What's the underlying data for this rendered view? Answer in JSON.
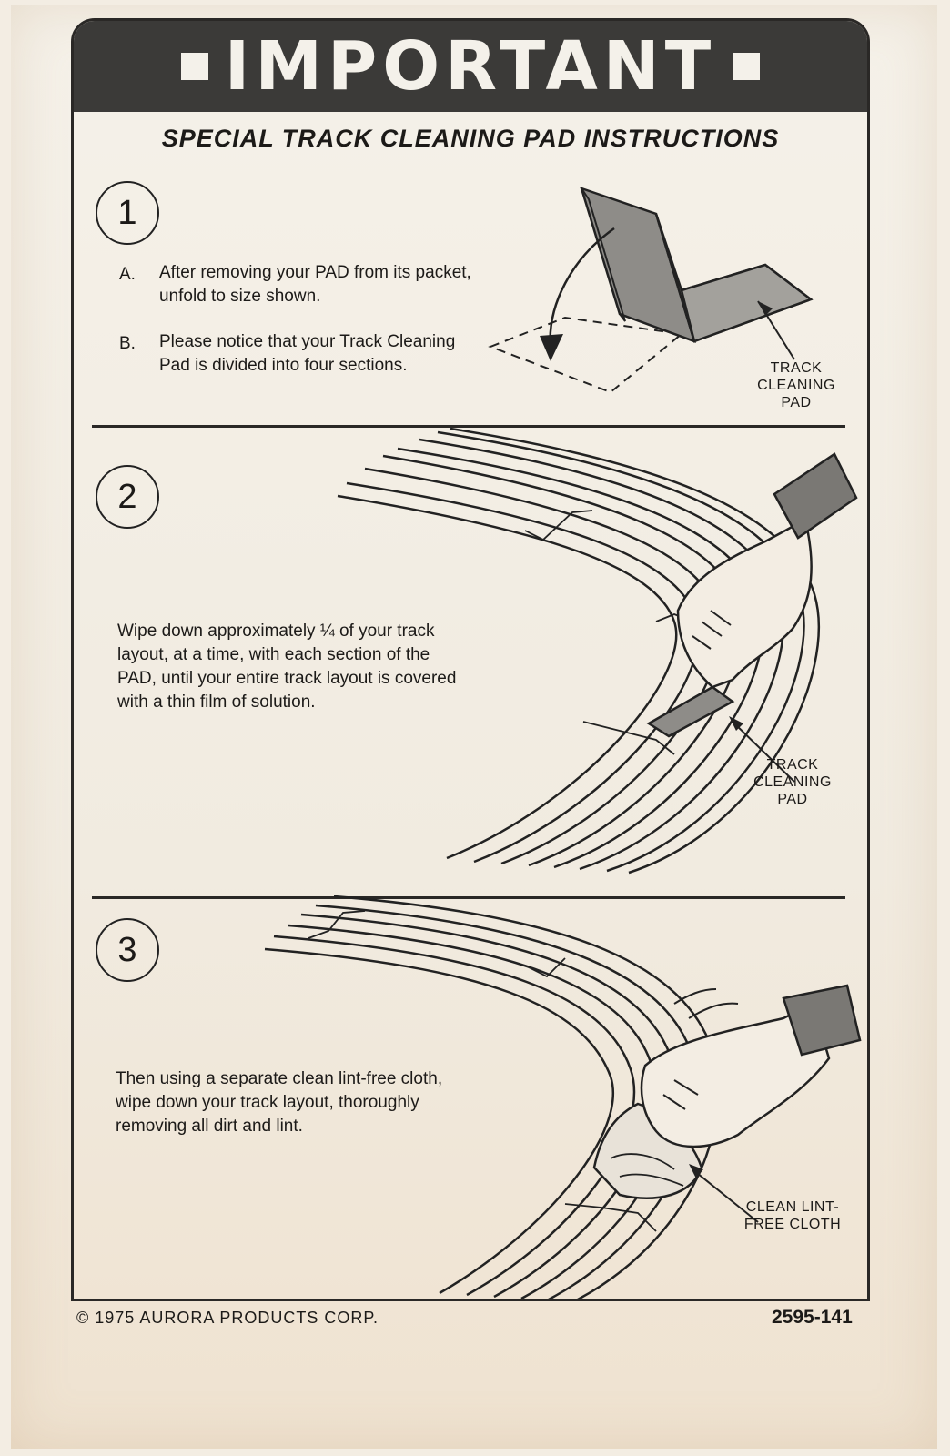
{
  "header": {
    "title": "IMPORTANT",
    "subtitle": "SPECIAL TRACK CLEANING PAD INSTRUCTIONS"
  },
  "step1": {
    "number": "1",
    "a_letter": "A.",
    "a_text": "After removing your PAD from its packet, unfold to size shown.",
    "b_letter": "B.",
    "b_text": "Please notice that your Track Cleaning Pad is divided into four sections.",
    "callout": "TRACK CLEANING PAD"
  },
  "step2": {
    "number": "2",
    "text": "Wipe down approximately ¼ of your track layout, at a time, with each section of the PAD, until your entire track layout is covered with a thin film of solution.",
    "callout": "TRACK CLEANING PAD"
  },
  "step3": {
    "number": "3",
    "text": "Then using a separate clean lint-free cloth, wipe down your track layout, thoroughly removing all dirt and lint.",
    "callout": "CLEAN LINT-FREE CLOTH"
  },
  "footer": {
    "copyright": "© 1975 AURORA PRODUCTS CORP.",
    "code": "2595-141"
  }
}
